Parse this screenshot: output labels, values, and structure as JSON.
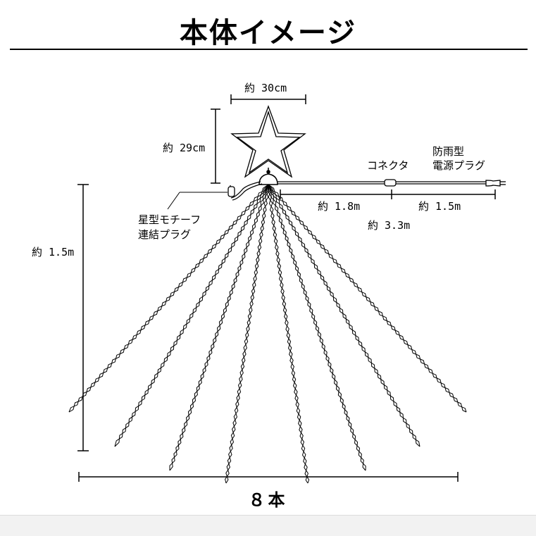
{
  "title": "本体イメージ",
  "dimensions": {
    "star_width": "約 30cm",
    "star_height": "約 29cm",
    "strand_length": "約 1.5m",
    "cable_to_connector": "約 1.8m",
    "connector_to_plug": "約 1.5m",
    "cable_total": "約 3.3m"
  },
  "labels": {
    "connector": "コネクタ",
    "power_plug_line1": "防雨型",
    "power_plug_line2": "電源プラグ",
    "star_plug_line1": "星型モチーフ",
    "star_plug_line2": "連結プラグ"
  },
  "strand_count_label": "８本",
  "strand_count": 8,
  "colors": {
    "line": "#000000",
    "background": "#ffffff"
  }
}
